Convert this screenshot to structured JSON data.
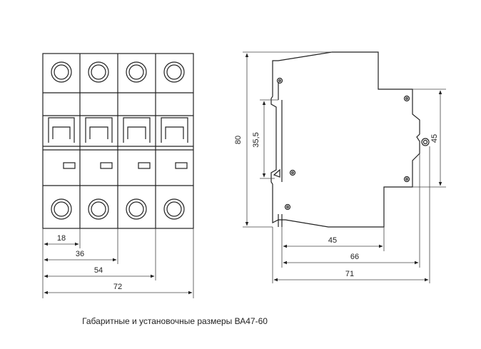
{
  "caption": "Габаритные и установочные размеры ВА47-60",
  "front_view": {
    "poles": 4,
    "dimensions": [
      "18",
      "36",
      "54",
      "72"
    ]
  },
  "side_view": {
    "dimensions": {
      "height": "80",
      "rail_window": "35,5",
      "rail_height": "45",
      "depth_45": "45",
      "depth_66": "66",
      "depth_71": "71"
    }
  },
  "colors": {
    "line": "#222222",
    "dim": "#444444"
  }
}
